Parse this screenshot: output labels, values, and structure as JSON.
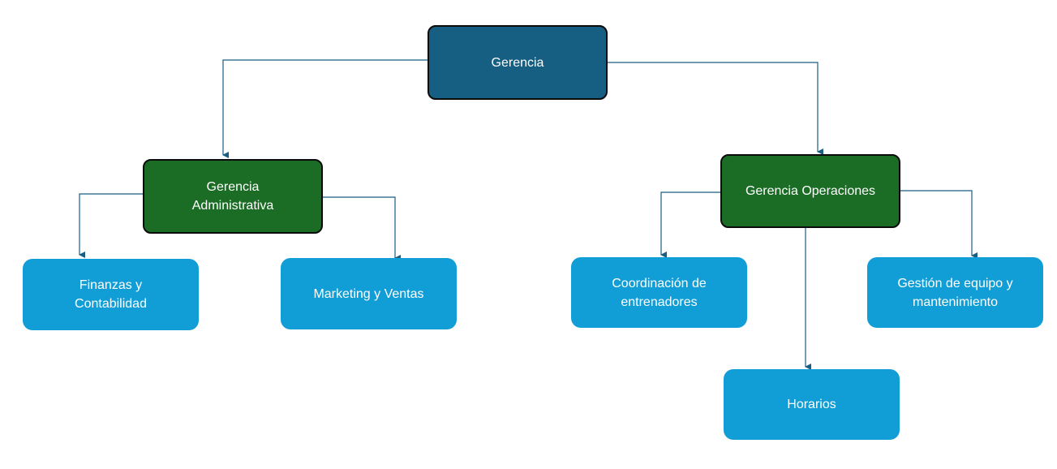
{
  "diagram": {
    "root": {
      "label": "Gerencia"
    },
    "admin": {
      "label": "Gerencia\nAdministrativa"
    },
    "operations": {
      "label": "Gerencia Operaciones"
    },
    "finance": {
      "label": "Finanzas y\nContabilidad"
    },
    "marketing": {
      "label": "Marketing y Ventas"
    },
    "coaches": {
      "label": "Coordinación de\nentrenadores"
    },
    "equipment": {
      "label": "Gestión de equipo y\nmantenimiento"
    },
    "schedules": {
      "label": "Horarios"
    }
  },
  "colors": {
    "root_fill": "#175e83",
    "manager_fill": "#1b6d25",
    "department_fill": "#119ed6",
    "connector": "#1a5e82"
  }
}
